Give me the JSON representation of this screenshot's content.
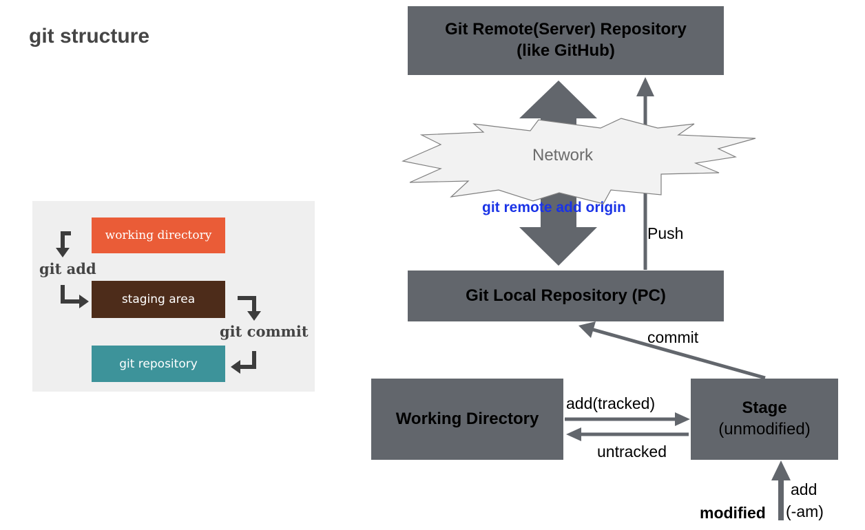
{
  "page": {
    "title": "git structure"
  },
  "inset": {
    "working_directory": "working directory",
    "staging_area": "staging area",
    "git_repository": "git repository",
    "git_add": "git add",
    "git_commit": "git commit",
    "colors": {
      "working": "#ea5c37",
      "staging": "#4d2c1a",
      "repo": "#3d939a",
      "arrow": "#3c3c3c"
    }
  },
  "diagram": {
    "remote_repo_line1": "Git Remote(Server) Repository",
    "remote_repo_line2": "(like GitHub)",
    "network": "Network",
    "remote_add": "git remote add origin",
    "push": "Push",
    "local_repo": "Git Local Repository (PC)",
    "commit": "commit",
    "working_directory": "Working Directory",
    "stage": "Stage",
    "stage_sub": "(unmodified)",
    "add_tracked": "add(tracked)",
    "untracked": "untracked",
    "add": "add",
    "am": "(-am)",
    "modified": "modified",
    "colors": {
      "box": "#62666c",
      "accent_link": "#1a33e6"
    }
  }
}
